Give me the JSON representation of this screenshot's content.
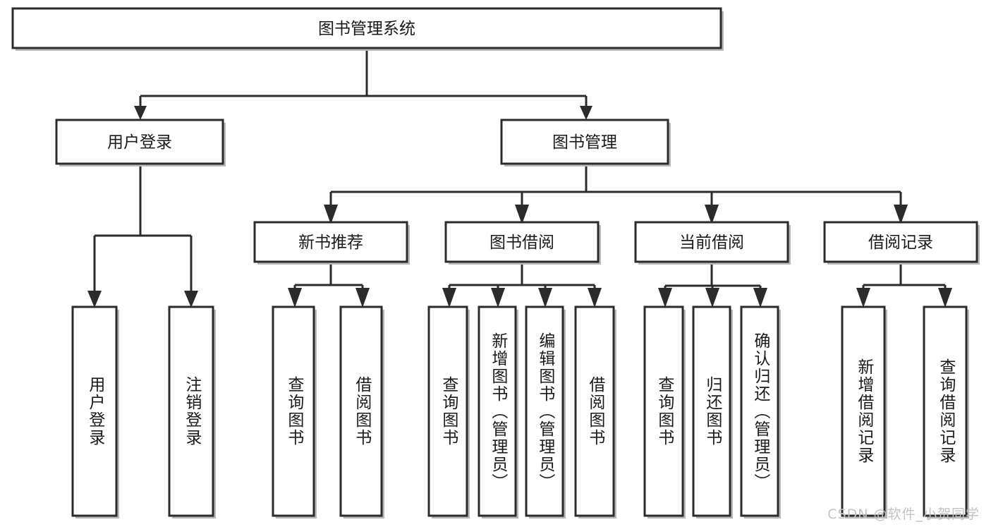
{
  "diagram": {
    "type": "tree",
    "title": "图书管理系统",
    "watermark": "CSDN @软件_小贺同学",
    "root": {
      "id": "root",
      "label": "图书管理系统",
      "orientation": "horizontal"
    },
    "level1": [
      {
        "id": "user-login",
        "label": "用户登录",
        "orientation": "horizontal"
      },
      {
        "id": "book-manage",
        "label": "图书管理",
        "orientation": "horizontal"
      }
    ],
    "level2": [
      {
        "id": "new-book-recommend",
        "label": "新书推荐",
        "parent": "book-manage",
        "orientation": "horizontal"
      },
      {
        "id": "book-borrow",
        "label": "图书借阅",
        "parent": "book-manage",
        "orientation": "horizontal"
      },
      {
        "id": "current-borrow",
        "label": "当前借阅",
        "parent": "book-manage",
        "orientation": "horizontal"
      },
      {
        "id": "borrow-record",
        "label": "借阅记录",
        "parent": "book-manage",
        "orientation": "horizontal"
      }
    ],
    "leaves": [
      {
        "id": "leaf-user-login",
        "label": "用户登录",
        "parent": "user-login",
        "orientation": "vertical"
      },
      {
        "id": "leaf-user-logout",
        "label": "注销登录",
        "parent": "user-login",
        "orientation": "vertical"
      },
      {
        "id": "leaf-query-book-1",
        "label": "查询图书",
        "parent": "new-book-recommend",
        "orientation": "vertical"
      },
      {
        "id": "leaf-borrow-book-1",
        "label": "借阅图书",
        "parent": "new-book-recommend",
        "orientation": "vertical"
      },
      {
        "id": "leaf-query-book-2",
        "label": "查询图书",
        "parent": "book-borrow",
        "orientation": "vertical"
      },
      {
        "id": "leaf-add-book",
        "label": "新增图书（管理员）",
        "parent": "book-borrow",
        "orientation": "vertical"
      },
      {
        "id": "leaf-edit-book",
        "label": "编辑图书（管理员）",
        "parent": "book-borrow",
        "orientation": "vertical"
      },
      {
        "id": "leaf-borrow-book-2",
        "label": "借阅图书",
        "parent": "book-borrow",
        "orientation": "vertical"
      },
      {
        "id": "leaf-query-book-3",
        "label": "查询图书",
        "parent": "current-borrow",
        "orientation": "vertical"
      },
      {
        "id": "leaf-return-book",
        "label": "归还图书",
        "parent": "current-borrow",
        "orientation": "vertical"
      },
      {
        "id": "leaf-confirm-return",
        "label": "确认归还（管理员）",
        "parent": "current-borrow",
        "orientation": "vertical"
      },
      {
        "id": "leaf-add-record",
        "label": "新增借阅记录",
        "parent": "borrow-record",
        "orientation": "vertical"
      },
      {
        "id": "leaf-query-record",
        "label": "查询借阅记录",
        "parent": "borrow-record",
        "orientation": "vertical"
      }
    ],
    "colors": {
      "stroke": "#2b2b2b",
      "fill": "#ffffff",
      "text": "#1a1a1a",
      "watermark": "#c2c2c2"
    }
  }
}
